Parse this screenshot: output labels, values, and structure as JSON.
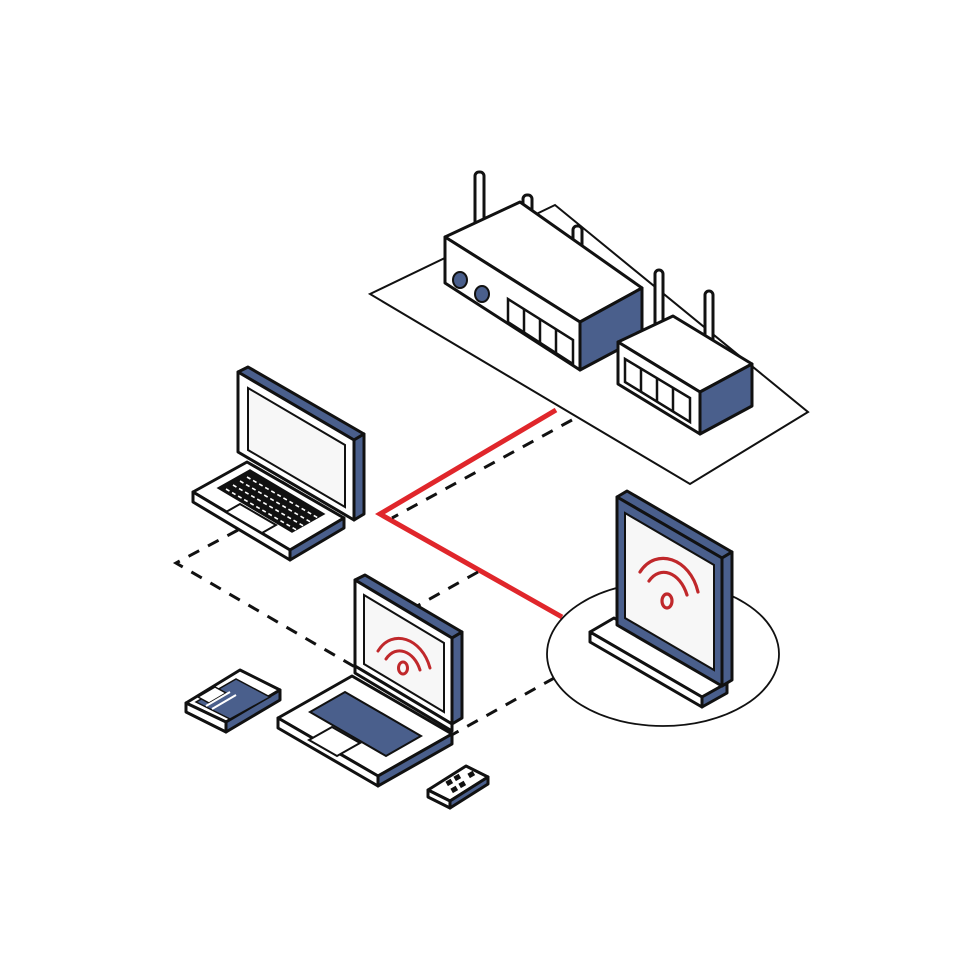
{
  "colors": {
    "outline": "#111111",
    "navy": "#4a5f8c",
    "wifi_red": "#c0282b",
    "link_red": "#e0262b",
    "background": "#ffffff",
    "screen_light": "#f7f7f7"
  },
  "nodes": [
    {
      "id": "router-large",
      "icon": "wifi-router-icon"
    },
    {
      "id": "router-small",
      "icon": "wifi-router-icon"
    },
    {
      "id": "desktop-computer",
      "icon": "desktop-computer-icon"
    },
    {
      "id": "laptop",
      "icon": "laptop-icon"
    },
    {
      "id": "tablet",
      "icon": "tablet-icon"
    },
    {
      "id": "smartphone",
      "icon": "smartphone-icon"
    },
    {
      "id": "access-point-display",
      "icon": "wifi-display-icon"
    }
  ],
  "links": [
    {
      "from": "router-large",
      "to": "access-point-display",
      "style": "solid",
      "color": "#e0262b"
    },
    {
      "from": "router-large",
      "to": "laptop",
      "style": "dashed"
    },
    {
      "from": "desktop-computer",
      "to": "laptop",
      "style": "dashed"
    },
    {
      "from": "laptop",
      "to": "access-point-display",
      "style": "dashed"
    }
  ]
}
